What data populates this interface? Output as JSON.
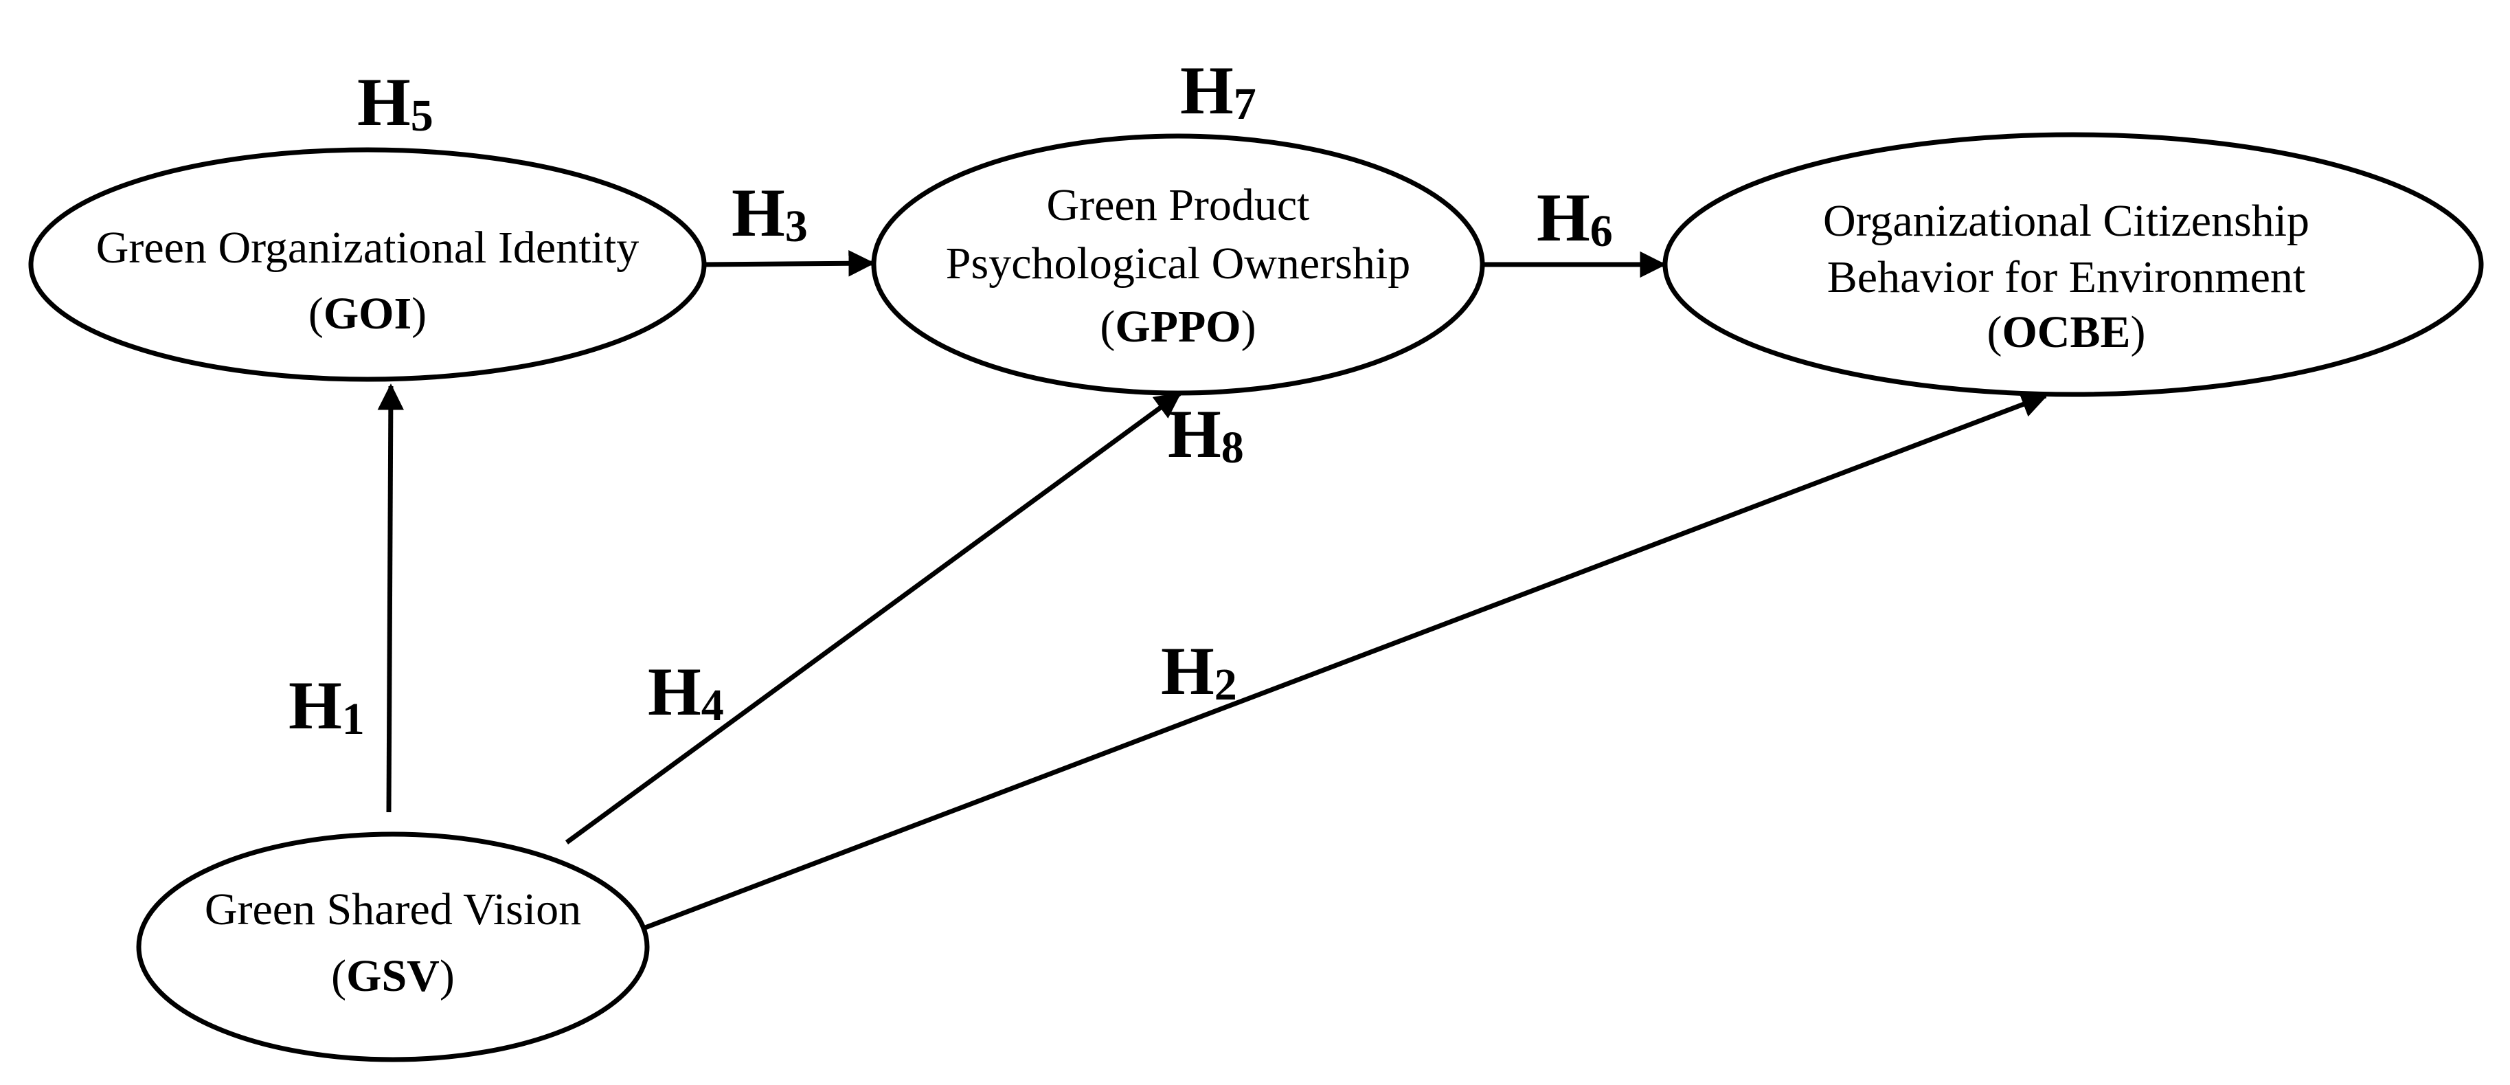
{
  "nodes": {
    "goi": {
      "lines": [
        "Green Organizational Identity"
      ],
      "abbr": "GOI"
    },
    "gppo": {
      "lines": [
        "Green Product",
        "Psychological Ownership"
      ],
      "abbr": "GPPO"
    },
    "ocbe": {
      "lines": [
        "Organizational Citizenship",
        "Behavior for Environment"
      ],
      "abbr": "OCBE"
    },
    "gsv": {
      "lines": [
        "Green Shared Vision"
      ],
      "abbr": "GSV"
    }
  },
  "hypotheses": {
    "h1": {
      "letter": "H",
      "number": "1"
    },
    "h2": {
      "letter": "H",
      "number": "2"
    },
    "h3": {
      "letter": "H",
      "number": "3"
    },
    "h4": {
      "letter": "H",
      "number": "4"
    },
    "h5": {
      "letter": "H",
      "number": "5"
    },
    "h6": {
      "letter": "H",
      "number": "6"
    },
    "h7": {
      "letter": "H",
      "number": "7"
    },
    "h8": {
      "letter": "H",
      "number": "8"
    }
  }
}
